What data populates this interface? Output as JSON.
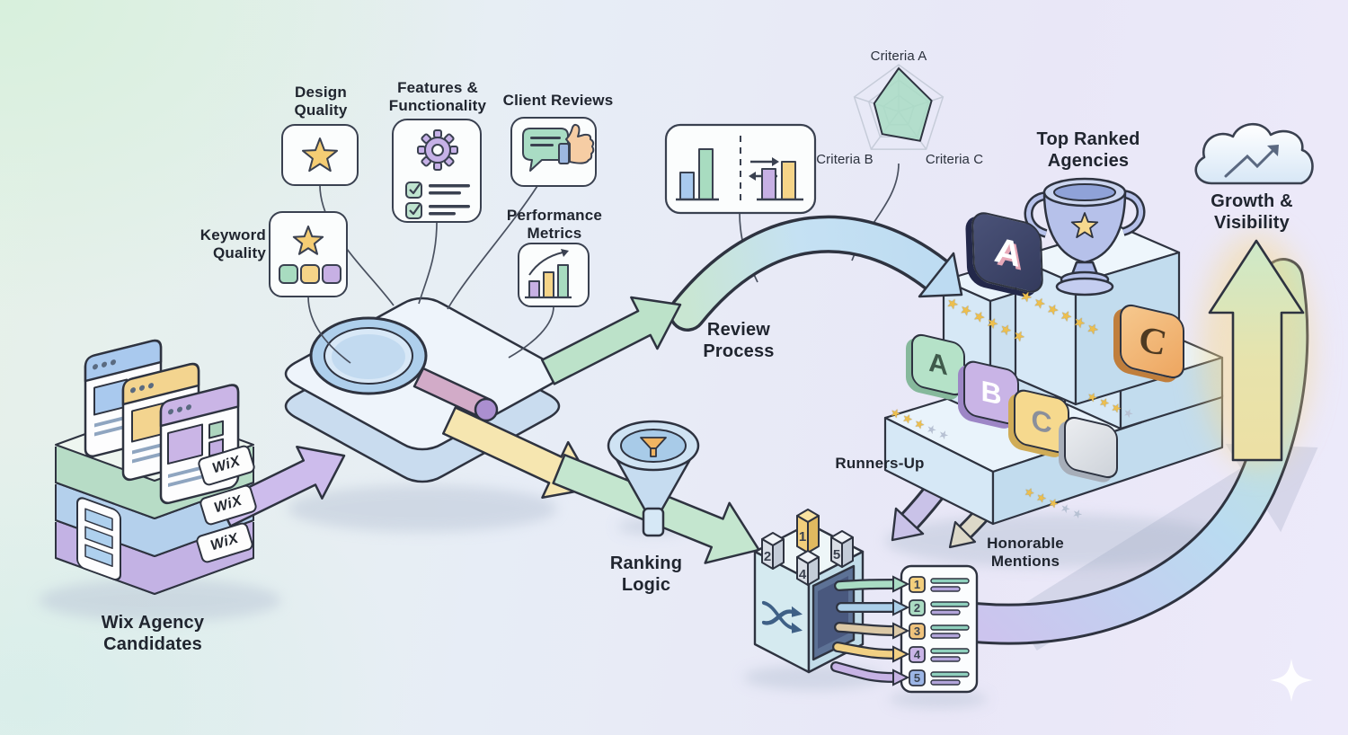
{
  "background": {
    "gradient": [
      "#e6f1e9",
      "#e7edf6",
      "#edeafa"
    ]
  },
  "candidates": {
    "label": "Wix Agency Candidates",
    "badges": [
      "WiX",
      "WiX",
      "WiX"
    ]
  },
  "criteria": {
    "keyword": "Keyword Quality",
    "design": "Design Quality",
    "features": "Features & Functionality",
    "reviews": "Client Reviews",
    "performance": "Performance Metrics"
  },
  "process": {
    "review": "Review Process",
    "ranking": "Ranking Logic"
  },
  "radar": {
    "a": "Criteria A",
    "b": "Criteria B",
    "c": "Criteria C"
  },
  "podium": {
    "title": "Top Ranked Agencies",
    "first_tile": "A",
    "third_tile": "C",
    "shelf_tiles": [
      "A",
      "B",
      "C"
    ],
    "stars": {
      "second_block": {
        "gold": "★★★★★★",
        "gray": ""
      },
      "first_block": {
        "gold": "★★★★★★",
        "gray": ""
      },
      "third_step": {
        "gold": "★★★",
        "gray": "★"
      },
      "shelf_left": {
        "gold": "★★★",
        "gray": "★★"
      },
      "shelf_bottom": {
        "gold": "★★★",
        "gray": "★★"
      }
    }
  },
  "outcomes": {
    "runners_up": "Runners-Up",
    "honorable": "Honorable Mentions",
    "growth": "Growth & Visibility"
  },
  "sorter": {
    "blocks": [
      "2",
      "1",
      "4",
      "5"
    ]
  },
  "ranked_list": {
    "ranks": [
      "1",
      "2",
      "3",
      "4",
      "5"
    ]
  },
  "colors": {
    "outline": "#2e3340",
    "arrow_blue": "#c5e1f3",
    "arrow_green": "#c4e6cf",
    "arrow_yellow": "#f6e6b0",
    "arrow_purple": "#cdbcec",
    "star_gold": "#edbf4e",
    "tile_green": "#b5e2c8",
    "tile_purple": "#c9b4e6",
    "tile_yellow": "#f6d98e",
    "tile_navy": "#3e4566",
    "tile_orange": "#f3b877"
  }
}
